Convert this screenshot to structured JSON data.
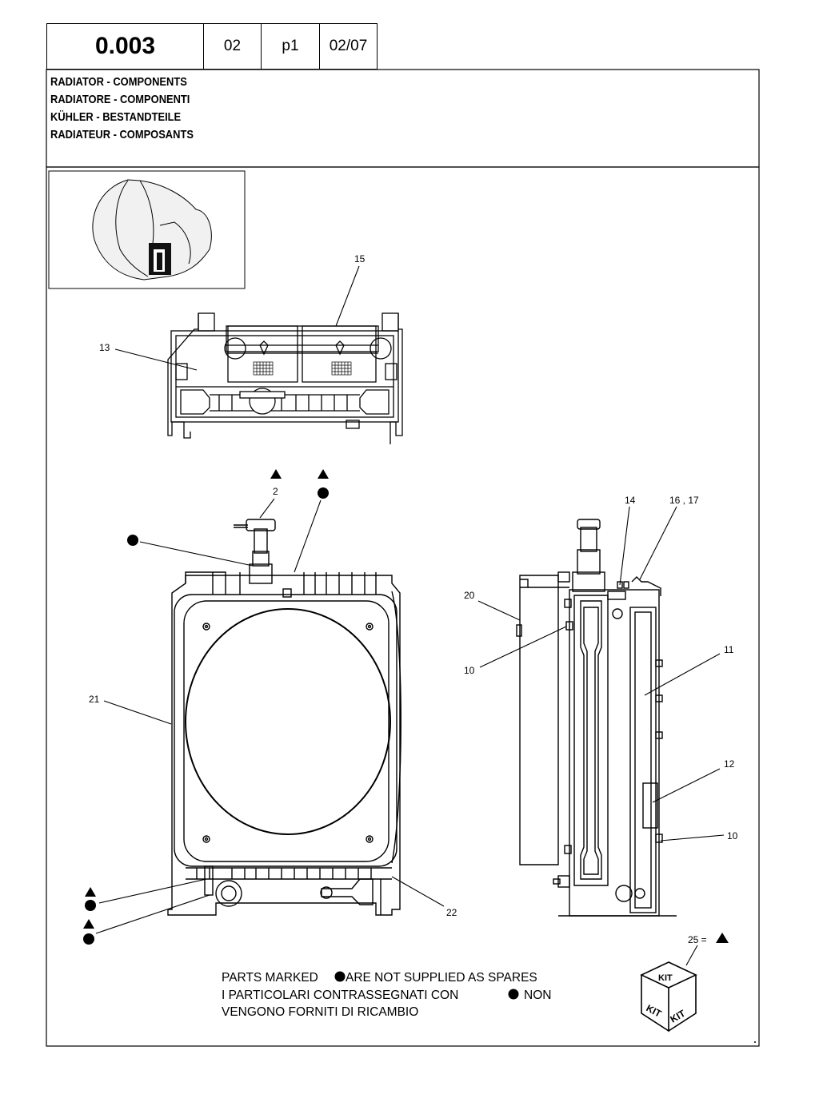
{
  "header": {
    "code": "0.003",
    "group": "02",
    "page": "p1",
    "date": "02/07"
  },
  "titles": [
    "RADIATOR - COMPONENTS",
    "RADIATORE - COMPONENTI",
    "KÜHLER - BESTANDTEILE",
    "RADIATEUR - COMPOSANTS"
  ],
  "callouts": {
    "c15": "15",
    "c13": "13",
    "c2": "2",
    "c14": "14",
    "c16_17": "16 , 17",
    "c20": "20",
    "c10a": "10",
    "c11": "11",
    "c21": "21",
    "c12": "12",
    "c10b": "10",
    "c22": "22",
    "c25": "25 ="
  },
  "kit": {
    "top": "KIT",
    "left": "KIT",
    "right": "KIT"
  },
  "notes": {
    "line1_a": "PARTS MARKED",
    "line1_b": "ARE NOT SUPPLIED AS SPARES",
    "line2_a": "I  PARTICOLARI  CONTRASSEGNATI  CON",
    "line2_b": "NON",
    "line3": "VENGONO FORNITI DI RICAMBIO"
  }
}
